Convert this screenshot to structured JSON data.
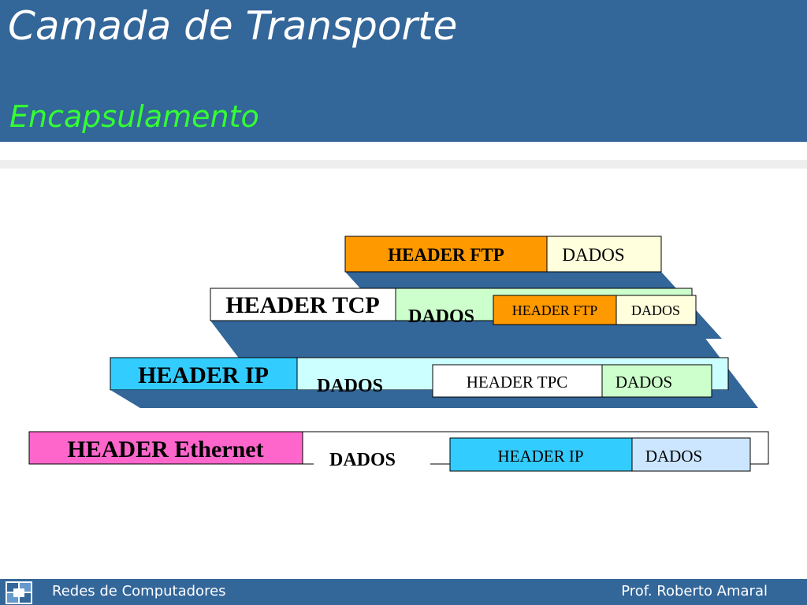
{
  "slide": {
    "title": "Camada de Transporte",
    "subtitle": "Encapsulamento"
  },
  "layers": {
    "ftp": {
      "header": "HEADER FTP",
      "data": "DADOS"
    },
    "tcp": {
      "header": "HEADER TCP",
      "data": "DADOS",
      "inner_header": "HEADER FTP",
      "inner_data": "DADOS"
    },
    "ip": {
      "header": "HEADER IP",
      "data": "DADOS",
      "inner_header": "HEADER TPC",
      "inner_data": "DADOS"
    },
    "ethernet": {
      "header": "HEADER Ethernet",
      "data": "DADOS",
      "inner_header": "HEADER IP",
      "inner_data": "DADOS"
    }
  },
  "footer": {
    "left": "Redes de Computadores",
    "right": "Prof. Roberto Amaral"
  },
  "colors": {
    "band": "#336699",
    "subtitle": "#33ff33",
    "ftp_header": "#ff9900",
    "ftp_data": "#ffffdd",
    "tcp_data": "#ccffcc",
    "ip_header": "#33ccff",
    "ip_data": "#ccffff",
    "ethernet_header": "#ff66cc",
    "ip_inner_data": "#cce6ff",
    "shadow": "#336699"
  }
}
